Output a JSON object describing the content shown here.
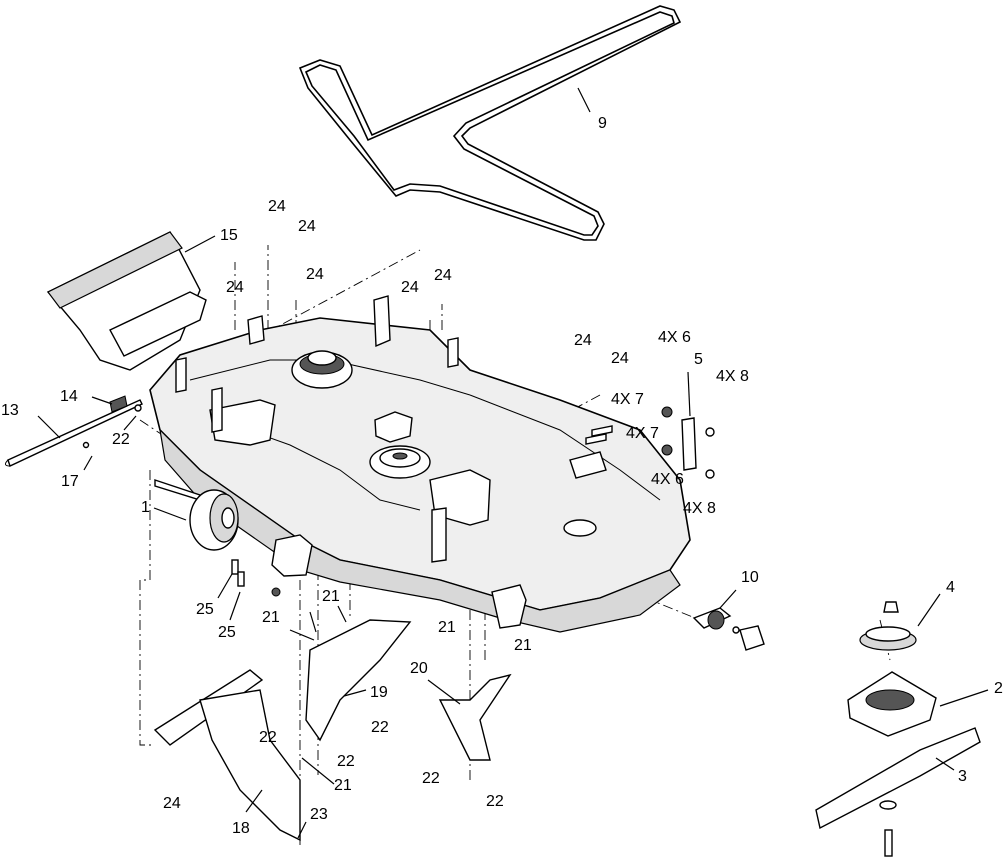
{
  "callouts": {
    "c1": "1",
    "c2": "2",
    "c3": "3",
    "c4": "4",
    "c5": "5",
    "c6a": "4X 6",
    "c6b": "4X 6",
    "c7a": "4X 7",
    "c7b": "4X 7",
    "c8a": "4X 8",
    "c8b": "4X 8",
    "c9": "9",
    "c10": "10",
    "c13": "13",
    "c14": "14",
    "c15": "15",
    "c17": "17",
    "c18": "18",
    "c19": "19",
    "c20": "20",
    "c21a": "21",
    "c21b": "21",
    "c21c": "21",
    "c21d": "21",
    "c21e": "21",
    "c22a": "22",
    "c22b": "22",
    "c22c": "22",
    "c22d": "22",
    "c22e": "22",
    "c22f": "22",
    "c23": "23",
    "c24a": "24",
    "c24b": "24",
    "c24c": "24",
    "c24d": "24",
    "c24e": "24",
    "c24f": "24",
    "c24g": "24",
    "c24h": "24",
    "c24i": "24",
    "c25a": "25",
    "c25b": "25"
  }
}
